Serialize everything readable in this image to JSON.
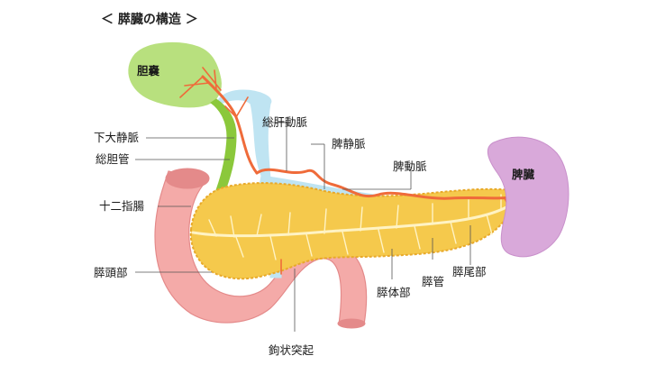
{
  "title": "＜ 膵臓の構造 ＞",
  "labels": {
    "gallbladder": "胆嚢",
    "common_hepatic_artery": "総肝動脈",
    "inferior_vena_cava": "下大静脈",
    "splenic_vein": "脾静脈",
    "common_bile_duct": "総胆管",
    "splenic_artery": "脾動脈",
    "spleen": "脾臓",
    "duodenum": "十二指腸",
    "pancreatic_head": "膵頭部",
    "pancreatic_body": "膵体部",
    "pancreatic_duct": "膵管",
    "pancreatic_tail": "膵尾部",
    "uncinate_process": "鉤状突起"
  },
  "colors": {
    "pancreas": "#f5c94c",
    "pancreas_edge": "#e8a92a",
    "pancreatic_duct": "#fff3c4",
    "duodenum": "#f4aaa8",
    "duodenum_edge": "#e48a8a",
    "gallbladder": "#b8e07e",
    "bile_duct": "#8bc83b",
    "spleen": "#d9a9da",
    "vein": "#bfe4f2",
    "artery": "#ef6b3a",
    "leader_line": "#555555"
  }
}
